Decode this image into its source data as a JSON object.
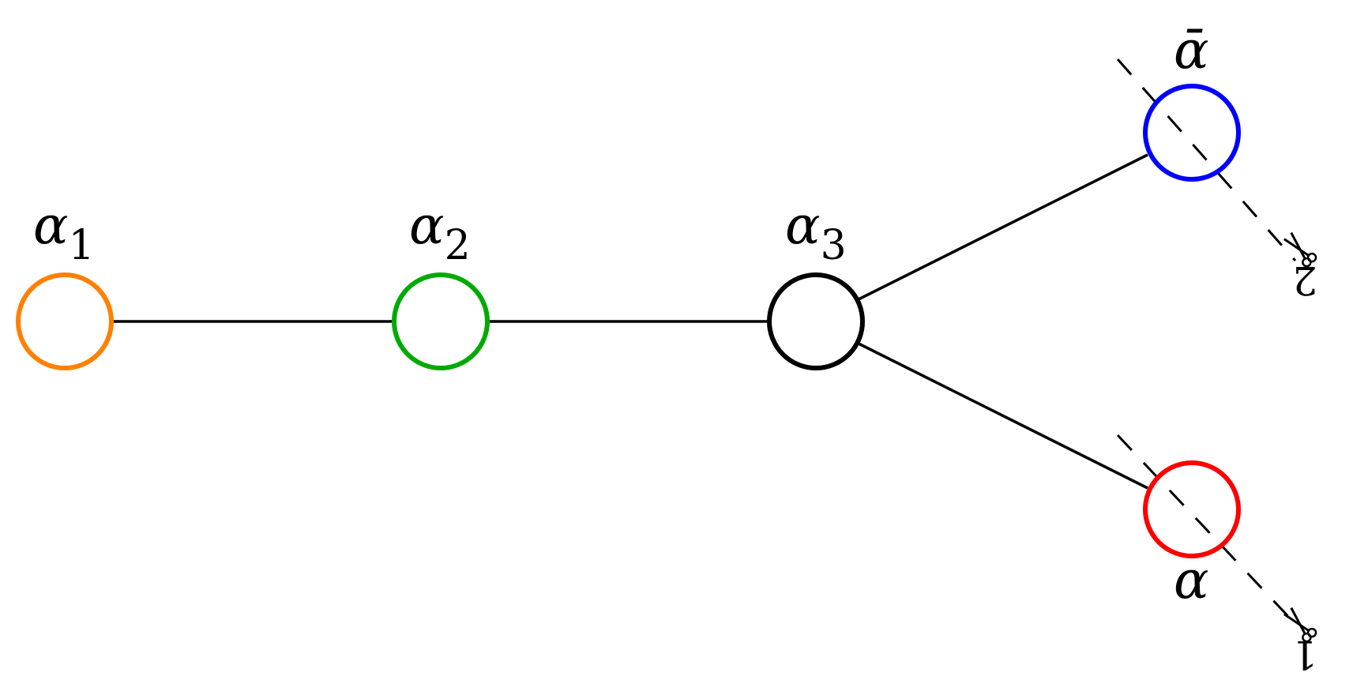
{
  "nodes": [
    {
      "id": "alpha1",
      "symbol": "α",
      "subscript": "1",
      "color": "#ff8000"
    },
    {
      "id": "alpha2",
      "symbol": "α",
      "subscript": "2",
      "color": "#00aa00"
    },
    {
      "id": "alpha3",
      "symbol": "α",
      "subscript": "3",
      "color": "#000000"
    },
    {
      "id": "alphabar",
      "symbol": "ᾱ",
      "subscript": "",
      "color": "#0000ff"
    },
    {
      "id": "alpha",
      "symbol": "α",
      "subscript": "",
      "color": "#ff0000"
    }
  ],
  "edges": [
    [
      "alpha1",
      "alpha2"
    ],
    [
      "alpha2",
      "alpha3"
    ],
    [
      "alpha3",
      "alphabar"
    ],
    [
      "alpha3",
      "alpha"
    ]
  ],
  "cuts": [
    {
      "node": "alphabar",
      "label": "2"
    },
    {
      "node": "alpha",
      "label": "1"
    }
  ]
}
